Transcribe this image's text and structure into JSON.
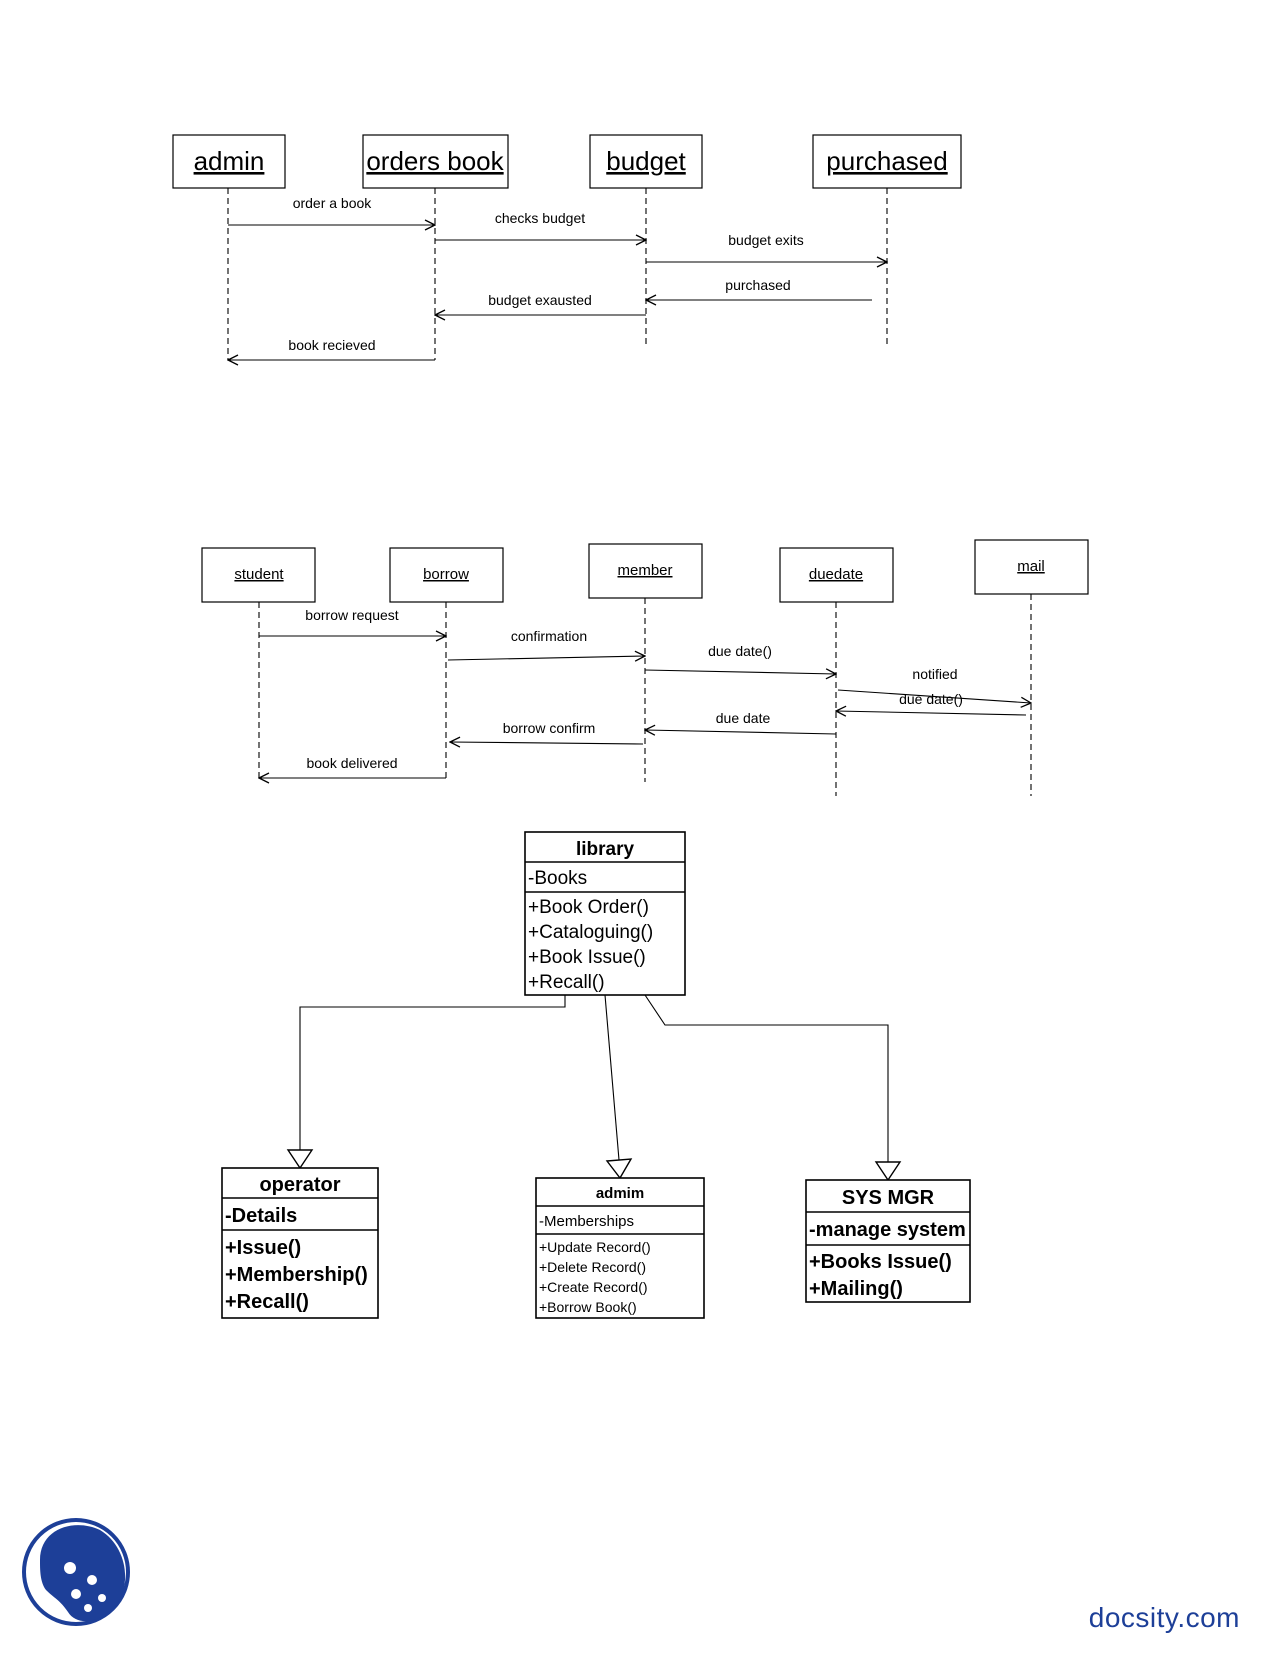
{
  "seq1": {
    "lifelines": [
      "admin",
      "orders book",
      "budget",
      "purchased"
    ],
    "messages": [
      {
        "from": 0,
        "to": 1,
        "label": "order a book"
      },
      {
        "from": 1,
        "to": 2,
        "label": "checks budget"
      },
      {
        "from": 2,
        "to": 3,
        "label": "budget exits"
      },
      {
        "from": 3,
        "to": 2,
        "label": "purchased"
      },
      {
        "from": 2,
        "to": 1,
        "label": "budget exausted"
      },
      {
        "from": 1,
        "to": 0,
        "label": "book recieved"
      }
    ]
  },
  "seq2": {
    "lifelines": [
      "student",
      "borrow",
      "member",
      "duedate",
      "mail"
    ],
    "messages": [
      {
        "from": 0,
        "to": 1,
        "label": "borrow request"
      },
      {
        "from": 1,
        "to": 2,
        "label": "confirmation"
      },
      {
        "from": 2,
        "to": 3,
        "label": "due date()"
      },
      {
        "from": 3,
        "to": 4,
        "label": "notified"
      },
      {
        "from": 4,
        "to": 3,
        "label": "due date()"
      },
      {
        "from": 3,
        "to": 2,
        "label": "due date"
      },
      {
        "from": 2,
        "to": 1,
        "label": "borrow confirm"
      },
      {
        "from": 1,
        "to": 0,
        "label": "book delivered"
      }
    ]
  },
  "classes": {
    "library": {
      "name": "library",
      "attributes": [
        "-Books"
      ],
      "methods": [
        "+Book Order()",
        "+Cataloguing()",
        "+Book Issue()",
        "+Recall()"
      ]
    },
    "operator": {
      "name": "operator",
      "attributes": [
        "-Details"
      ],
      "methods": [
        "+Issue()",
        "+Membership()",
        "+Recall()"
      ]
    },
    "admim": {
      "name": "admim",
      "attributes": [
        "-Memberships"
      ],
      "methods": [
        "+Update Record()",
        "+Delete Record()",
        "+Create Record()",
        "+Borrow Book()"
      ]
    },
    "sysmgr": {
      "name": "SYS MGR",
      "attributes": [
        "-manage system"
      ],
      "methods": [
        "+Books Issue()",
        "+Mailing()"
      ]
    }
  },
  "footer": {
    "brand": "docsity.com"
  },
  "colors": {
    "brand": "#1d3f98",
    "logo_bg": "#1d3f98"
  }
}
